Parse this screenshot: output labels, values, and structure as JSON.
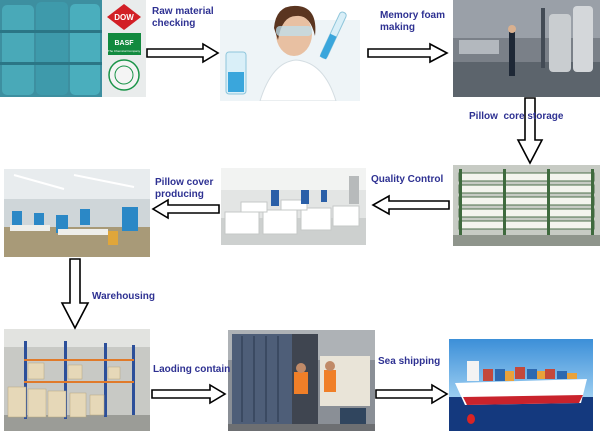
{
  "steps": [
    {
      "id": "raw-material",
      "label_lines": [
        "Raw material",
        "checking"
      ]
    },
    {
      "id": "memory-foam",
      "label_lines": [
        "Memory foam",
        "making"
      ]
    },
    {
      "id": "core-storage",
      "label_lines": [
        "Pillow  core storage"
      ]
    },
    {
      "id": "quality-control",
      "label_lines": [
        "Quality Control"
      ]
    },
    {
      "id": "cover-producing",
      "label_lines": [
        "Pillow cover",
        "producing"
      ]
    },
    {
      "id": "warehousing",
      "label_lines": [
        "Warehousing"
      ]
    },
    {
      "id": "loading",
      "label_lines": [
        "Laoding contain"
      ]
    },
    {
      "id": "sea-shipping",
      "label_lines": [
        "Sea shipping"
      ]
    }
  ],
  "logos": {
    "dow": "DOW",
    "basf": "BASF",
    "basf_tag": "The Chemical Company"
  },
  "colors": {
    "label": "#2e3192",
    "arrow_fill": "#ffffff",
    "arrow_stroke": "#000000"
  }
}
